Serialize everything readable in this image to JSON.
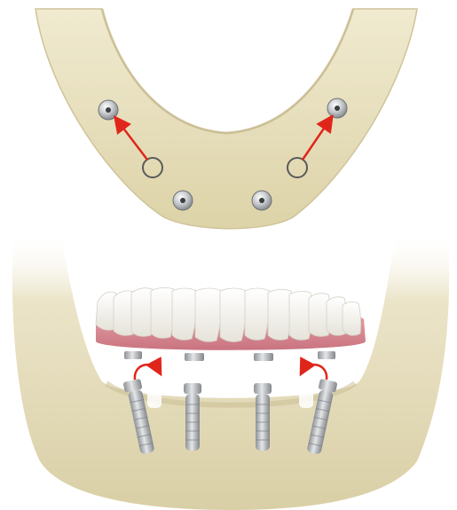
{
  "figure": {
    "panels": [
      {
        "id": "top",
        "view": "occlusal-arch",
        "implants": 4,
        "implant_sites": [
          "left-posterior",
          "left-anterior",
          "right-anterior",
          "right-posterior"
        ],
        "original_sites": 2,
        "arrows": [
          "left-tilt",
          "right-tilt"
        ]
      },
      {
        "id": "bottom",
        "view": "frontal-jaw",
        "implants": 4,
        "prosthesis": "full-arch-bridge",
        "rotation_arrows": [
          "left",
          "right"
        ]
      }
    ],
    "colors": {
      "bone": "#e7dfbd",
      "bone_shadow": "#cbbf93",
      "arrow": "#e0261b",
      "gum": "#d98b92",
      "tooth": "#f7f6f2",
      "implant": "#b9bcc0",
      "site_ring": "#5a5a5a"
    }
  }
}
